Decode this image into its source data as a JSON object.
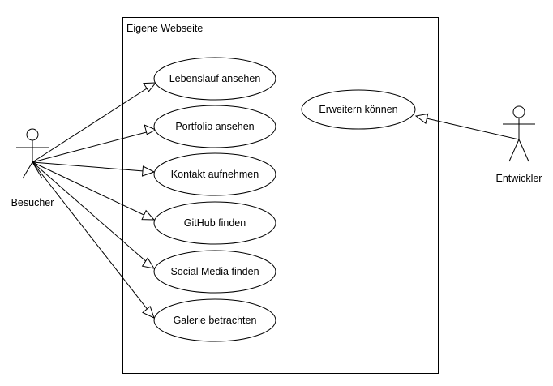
{
  "system": {
    "title": "Eigene Webseite"
  },
  "actors": {
    "visitor": {
      "label": "Besucher",
      "icon": "stick-figure"
    },
    "developer": {
      "label": "Entwickler",
      "icon": "stick-figure"
    }
  },
  "use_cases": {
    "cv": "Lebenslauf ansehen",
    "portfolio": "Portfolio ansehen",
    "contact": "Kontakt aufnehmen",
    "github": "GitHub finden",
    "social": "Social Media finden",
    "gallery": "Galerie betrachten",
    "extend": "Erweitern können"
  },
  "colors": {
    "line": "#000000",
    "background": "#ffffff"
  }
}
